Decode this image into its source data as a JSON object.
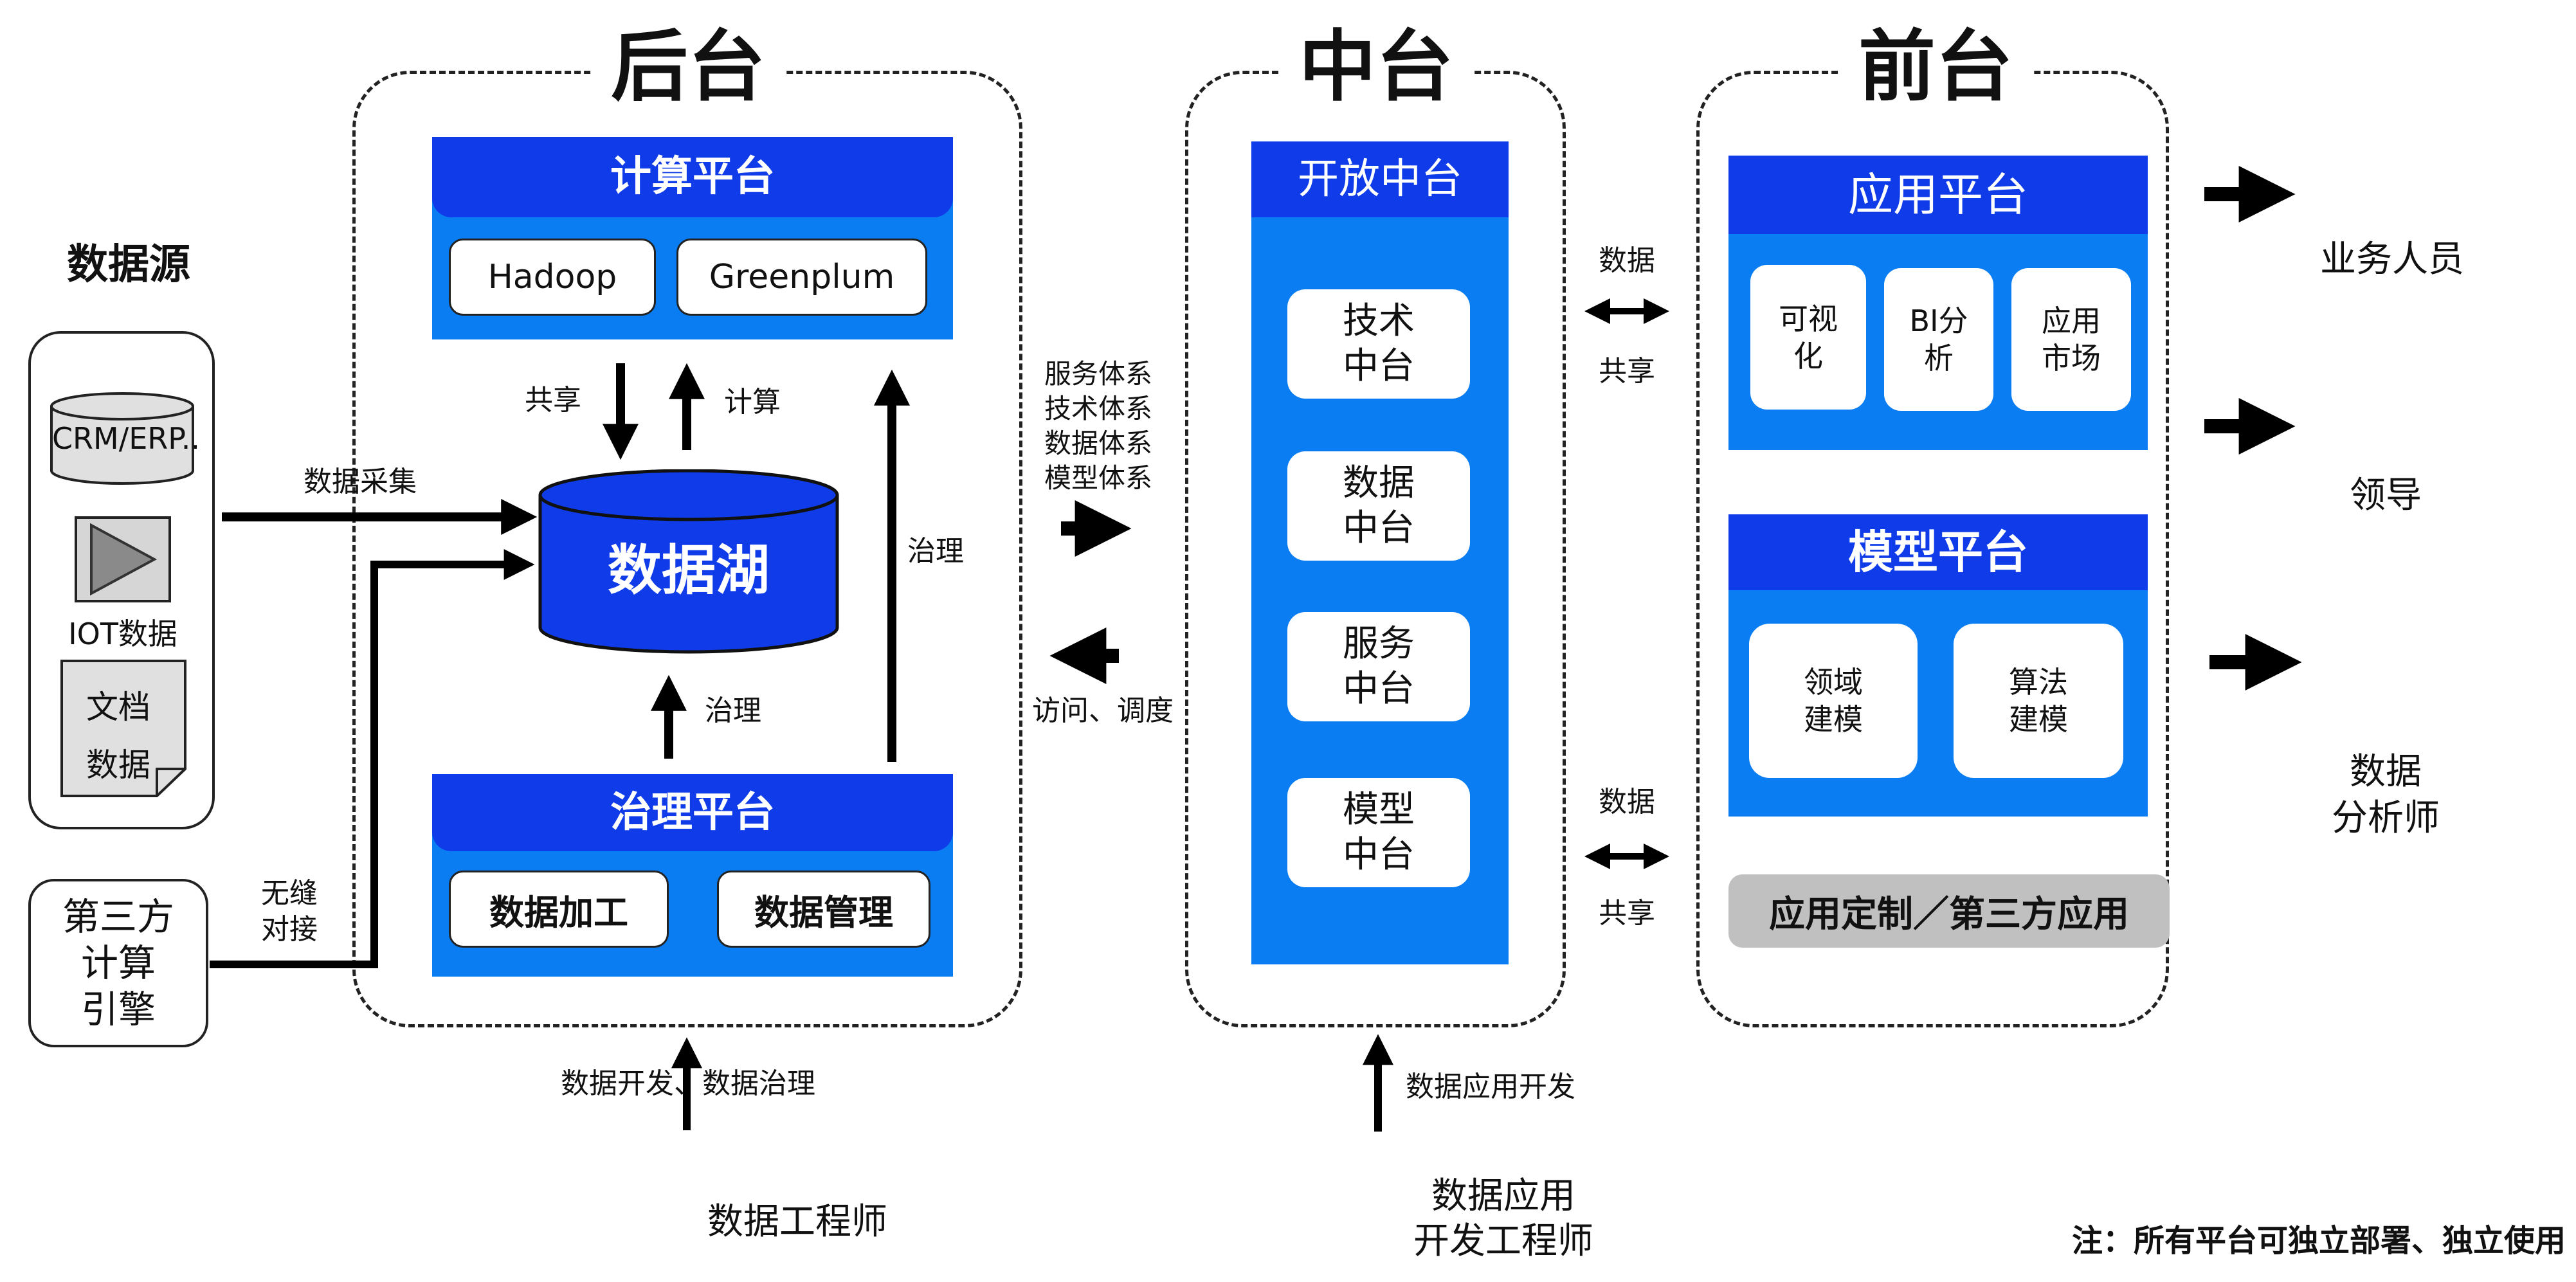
{
  "sections": {
    "backend": "后台",
    "middle": "中台",
    "frontend": "前台"
  },
  "datasource": {
    "title": "数据源",
    "crm": "CRM/ERP..",
    "iot": "IOT数据",
    "doc": "文档\n数据",
    "third_party_engine": "第三方\n计算\n引擎"
  },
  "backend": {
    "compute_platform": {
      "title": "计算平台",
      "items": [
        "Hadoop",
        "Greenplum"
      ]
    },
    "data_lake": "数据湖",
    "governance_platform": {
      "title": "治理平台",
      "items": [
        "数据加工",
        "数据管理"
      ]
    },
    "labels": {
      "share": "共享",
      "compute": "计算",
      "govern_up": "治理",
      "govern_right": "治理",
      "collect": "数据采集",
      "seamless": "无缝\n对接",
      "dev_govern": "数据开发、数据治理"
    },
    "engineer": "数据工程师"
  },
  "middle": {
    "open_platform": "开放中台",
    "items": [
      "技术\n中台",
      "数据\n中台",
      "服务\n中台",
      "模型\n中台"
    ],
    "systems": "服务体系\n技术体系\n数据体系\n模型体系",
    "access": "访问、调度",
    "dev_label": "数据应用开发",
    "engineer": "数据应用\n开发工程师"
  },
  "exchange": {
    "top_data": "数据",
    "top_share": "共享",
    "bottom_data": "数据",
    "bottom_share": "共享"
  },
  "frontend": {
    "app_platform": {
      "title": "应用平台",
      "items": [
        "可视\n化",
        "BI分\n析",
        "应用\n市场"
      ]
    },
    "model_platform": {
      "title": "模型平台",
      "items": [
        "领域\n建模",
        "算法\n建模"
      ]
    },
    "custom": "应用定制／第三方应用"
  },
  "users": [
    "业务人员",
    "领导",
    "数据\n分析师"
  ],
  "note": "注：所有平台可独立部署、独立使用"
}
